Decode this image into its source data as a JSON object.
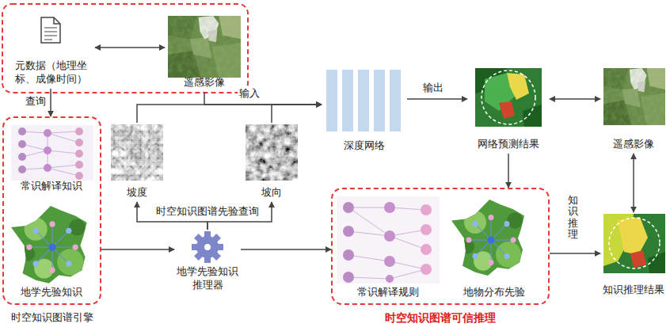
{
  "diagram": {
    "nodes": [
      {
        "text": [
          "元数据（地理坐标、成像时间）"
        ]
      },
      {
        "text": [
          "遥感影像"
        ]
      },
      {
        "text": [
          "时空知识图谱引擎"
        ]
      },
      {
        "text": [
          "常识解译知识"
        ],
        "in": 2
      },
      {
        "text": [
          "地学先验知识"
        ],
        "in": 2
      },
      {
        "text": [
          "坡度"
        ]
      },
      {
        "text": [
          "坡向"
        ]
      },
      {
        "text": [
          "地学先验知识推理器"
        ]
      },
      {
        "text": [
          "深度网络"
        ]
      },
      {
        "text": [
          "网络预测结果"
        ]
      },
      {
        "text": [
          "遥感影像"
        ]
      },
      {
        "text": [
          "时空知识图谱可信推理"
        ]
      },
      {
        "text": [
          "常识解译规则"
        ],
        "in": 11
      },
      {
        "text": [
          "地物分布先验"
        ],
        "in": 11
      },
      {
        "text": [
          "知识推理结果"
        ]
      }
    ],
    "edges": [
      {
        "from": 0,
        "to": 1,
        "arrow": "both"
      },
      {
        "from": 0,
        "to": 2,
        "label": "查询",
        "arrow": "to"
      },
      {
        "from": 1,
        "to": 8,
        "label": "输入",
        "arrow": "to"
      },
      {
        "from": 5,
        "to": 8,
        "arrow": "to"
      },
      {
        "from": 6,
        "to": 8,
        "arrow": "to"
      },
      {
        "from": 7,
        "to": 5,
        "label": "时空知识图谱先验查询",
        "arrow": "to"
      },
      {
        "from": 7,
        "to": 6,
        "arrow": "to"
      },
      {
        "from": 2,
        "to": 7,
        "arrow": "to"
      },
      {
        "from": 7,
        "to": 11,
        "arrow": "to"
      },
      {
        "from": 8,
        "to": 9,
        "label": "输出",
        "arrow": "to"
      },
      {
        "from": 9,
        "to": 10,
        "arrow": "both"
      },
      {
        "from": 9,
        "to": 11,
        "arrow": "to"
      },
      {
        "from": 11,
        "to": 14,
        "label": "知识推理",
        "arrow": "to"
      },
      {
        "from": 10,
        "to": 14,
        "arrow": "both"
      }
    ]
  }
}
